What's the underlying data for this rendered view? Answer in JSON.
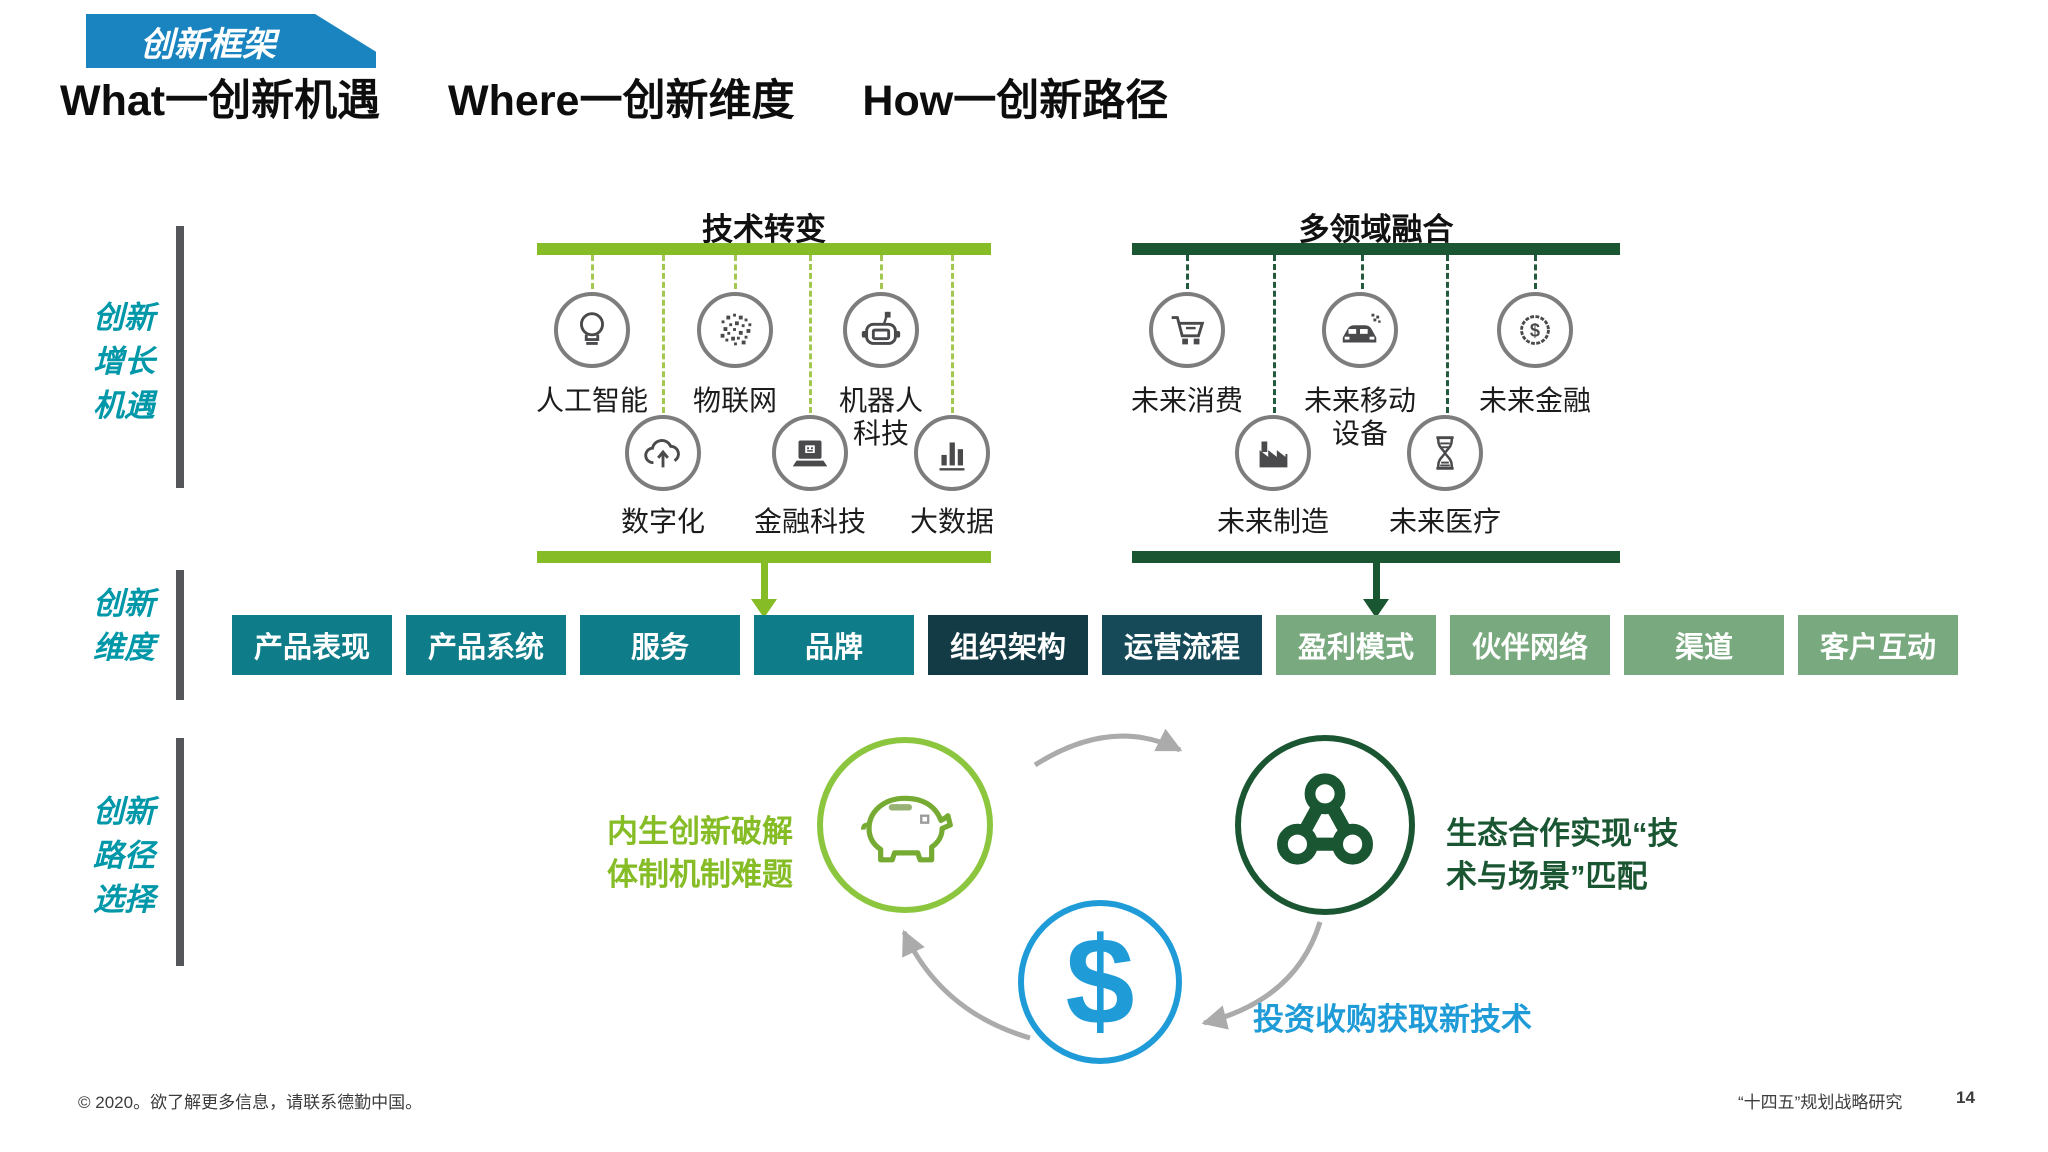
{
  "badge": {
    "label": "创新框架"
  },
  "title": {
    "part1": "What一创新机遇",
    "part2": "Where一创新维度",
    "part3": "How一创新路径"
  },
  "left_rail": {
    "growth": {
      "l1": "创新",
      "l2": "增长",
      "l3": "机遇"
    },
    "dimension": {
      "l1": "创新",
      "l2": "维度"
    },
    "path": {
      "l1": "创新",
      "l2": "路径",
      "l3": "选择"
    }
  },
  "tech_group": {
    "title": "技术转变",
    "items": [
      {
        "label": "人工智能",
        "icon": "lightbulb-icon"
      },
      {
        "label": "物联网",
        "icon": "iot-dots-icon"
      },
      {
        "l1": "机器人",
        "l2": "科技",
        "icon": "robot-icon"
      },
      {
        "label": "数字化",
        "icon": "cloud-upload-icon"
      },
      {
        "label": "金融科技",
        "icon": "fintech-screen-icon"
      },
      {
        "label": "大数据",
        "icon": "bar-chart-icon"
      }
    ]
  },
  "fusion_group": {
    "title": "多领域融合",
    "items": [
      {
        "label": "未来消费",
        "icon": "shopping-cart-icon"
      },
      {
        "l1": "未来移动",
        "l2": "设备",
        "icon": "car-icon"
      },
      {
        "label": "未来金融",
        "icon": "dollar-coin-icon"
      },
      {
        "label": "未来制造",
        "icon": "factory-icon"
      },
      {
        "label": "未来医疗",
        "icon": "hourglass-icon"
      }
    ]
  },
  "dimensions": {
    "items": [
      {
        "label": "产品表现"
      },
      {
        "label": "产品系统"
      },
      {
        "label": "服务"
      },
      {
        "label": "品牌"
      },
      {
        "label": "组织架构"
      },
      {
        "label": "运营流程"
      },
      {
        "label": "盈利模式"
      },
      {
        "label": "伙伴网络"
      },
      {
        "label": "渠道"
      },
      {
        "label": "客户互动"
      }
    ]
  },
  "paths_section": {
    "endogenous": {
      "l1": "内生创新破解",
      "l2": "体制机制难题"
    },
    "ecosystem": {
      "l1": "生态合作实现“技",
      "l2": "术与场景”匹配"
    },
    "investment": {
      "label": "投资收购获取新技术"
    },
    "dollar_sign": "$"
  },
  "footer": {
    "copyright": "© 2020。欲了解更多信息，请联系德勤中国。",
    "study": "“十四五”规划战略研究",
    "page": "14"
  },
  "palette": {
    "badge_blue": "#1A84C0",
    "teal_text": "#0097A9",
    "light_green": "#86BC25",
    "dark_green": "#1A5632",
    "teal_box": "#0E7D89",
    "org_box": "#123B45",
    "ops_box": "#164A59",
    "sage_box": "#79A97E",
    "blue": "#1F9CD8",
    "gray_arrow": "#ABABAB",
    "icon_gray": "#4A4A4D"
  }
}
